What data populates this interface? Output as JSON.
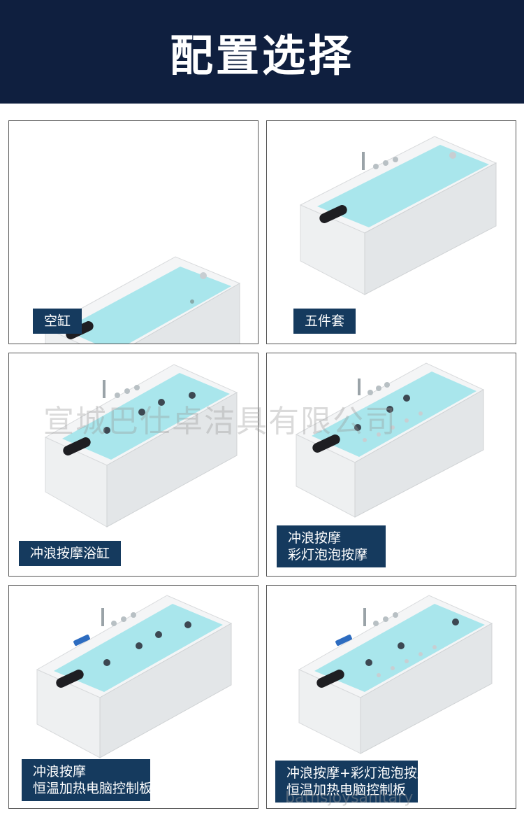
{
  "header": {
    "title": "配置选择"
  },
  "options": [
    {
      "lines": [
        "空缸"
      ]
    },
    {
      "lines": [
        "五件套"
      ]
    },
    {
      "lines": [
        "冲浪按摩浴缸"
      ]
    },
    {
      "lines": [
        "冲浪按摩",
        "彩灯泡泡按摩"
      ]
    },
    {
      "lines": [
        "冲浪按摩",
        "恒温加热电脑控制板"
      ]
    },
    {
      "lines": [
        "冲浪按摩+彩灯泡泡按摩",
        "恒温加热电脑控制板"
      ]
    }
  ],
  "watermark": {
    "company": "宣城巴仕卓洁具有限公司",
    "site": "bathsjoysanitary"
  },
  "colors": {
    "header_bg": "#0f1f3f",
    "label_bg": "#153a5e",
    "water": "#a9e6ec"
  }
}
